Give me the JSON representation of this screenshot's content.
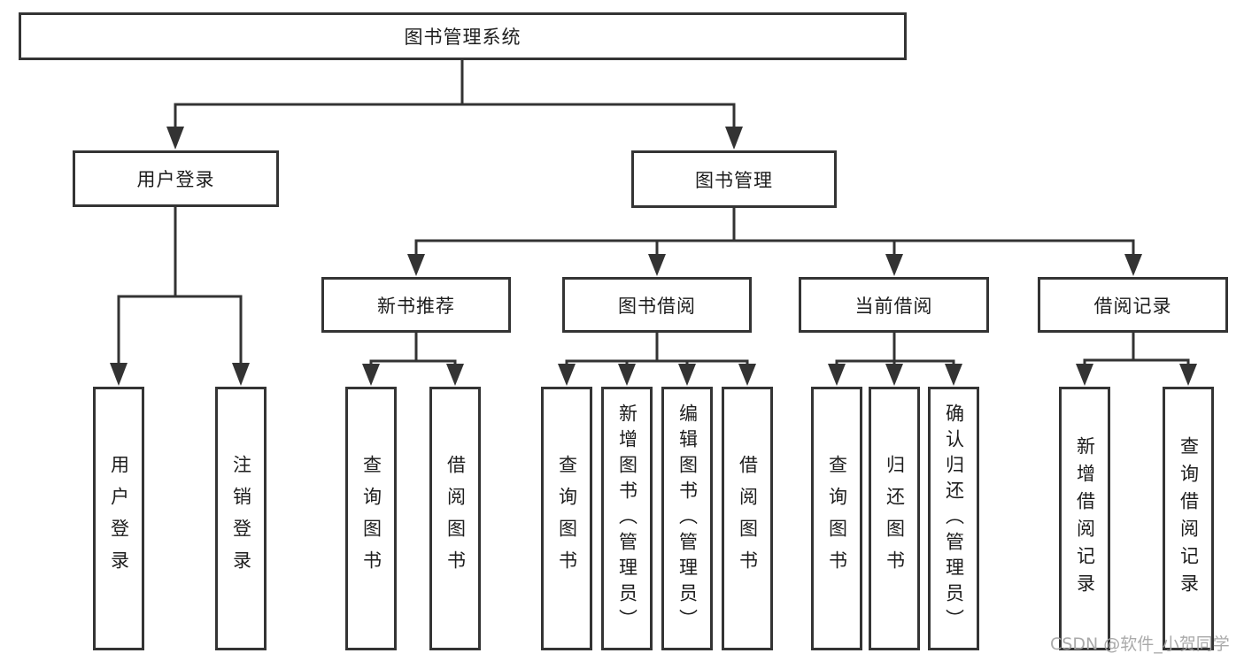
{
  "diagram_title": "图书管理系统",
  "nodes": {
    "root": "图书管理系统",
    "userLogin": "用户登录",
    "bookMgmt": "图书管理",
    "newBookRec": "新书推荐",
    "bookBorrow": "图书借阅",
    "currentBorrow": "当前借阅",
    "borrowRecords": "借阅记录",
    "leafUserLogin": "用户登录",
    "leafLogoutLogin": "注销登录",
    "leafQueryBooksA": "查询图书",
    "leafBorrowBooksA": "借阅图书",
    "leafQueryBooksB": "查询图书",
    "leafAddBooksAdmin": "新增图书（管理员）",
    "leafEditBooksAdmin": "编辑图书（管理员）",
    "leafBorrowBooksB": "借阅图书",
    "leafQueryBooksC": "查询图书",
    "leafReturnBooks": "归还图书",
    "leafConfirmReturnAdmin": "确认归还（管理员）",
    "leafAddBorrowRecord": "新增借阅记录",
    "leafQueryBorrowRecord": "查询借阅记录"
  },
  "hierarchy": {
    "图书管理系统": {
      "用户登录": [
        "用户登录",
        "注销登录"
      ],
      "图书管理": {
        "新书推荐": [
          "查询图书",
          "借阅图书"
        ],
        "图书借阅": [
          "查询图书",
          "新增图书（管理员）",
          "编辑图书（管理员）",
          "借阅图书"
        ],
        "当前借阅": [
          "查询图书",
          "归还图书",
          "确认归还（管理员）"
        ],
        "借阅记录": [
          "新增借阅记录",
          "查询借阅记录"
        ]
      }
    }
  },
  "watermark": "CSDN @软件_小贺同学",
  "colors": {
    "line": "#333333",
    "border": "#343434",
    "text": "#1d1d1d",
    "watermark": "#a5a5a5",
    "background": "#ffffff"
  }
}
